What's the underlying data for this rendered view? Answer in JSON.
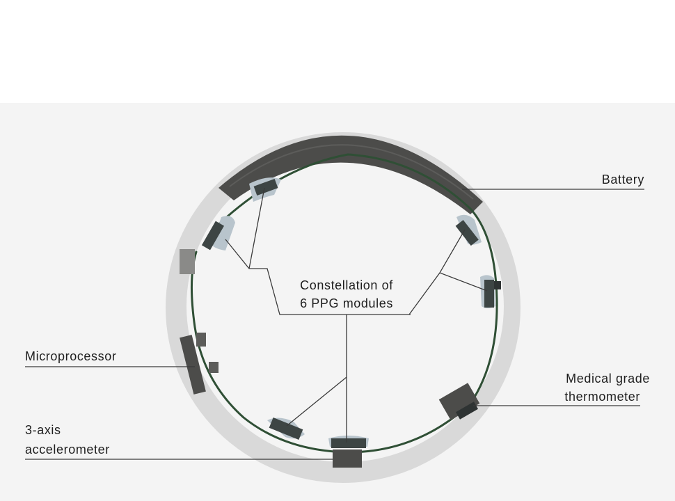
{
  "labels": {
    "battery": "Battery",
    "ppg_line1": "Constellation of",
    "ppg_line2": "6 PPG modules",
    "microprocessor": "Microprocessor",
    "thermometer_line1": "Medical grade",
    "thermometer_line2": "thermometer",
    "accelerometer_line1": "3-axis",
    "accelerometer_line2": "accelerometer"
  },
  "colors": {
    "background": "#f4f4f4",
    "ring_body": "#d8d8d8",
    "component": "#4a4a48",
    "circuit": "#2f4f35",
    "module_glass": "#b4c2cc",
    "leader_line": "#3a3a3a"
  }
}
